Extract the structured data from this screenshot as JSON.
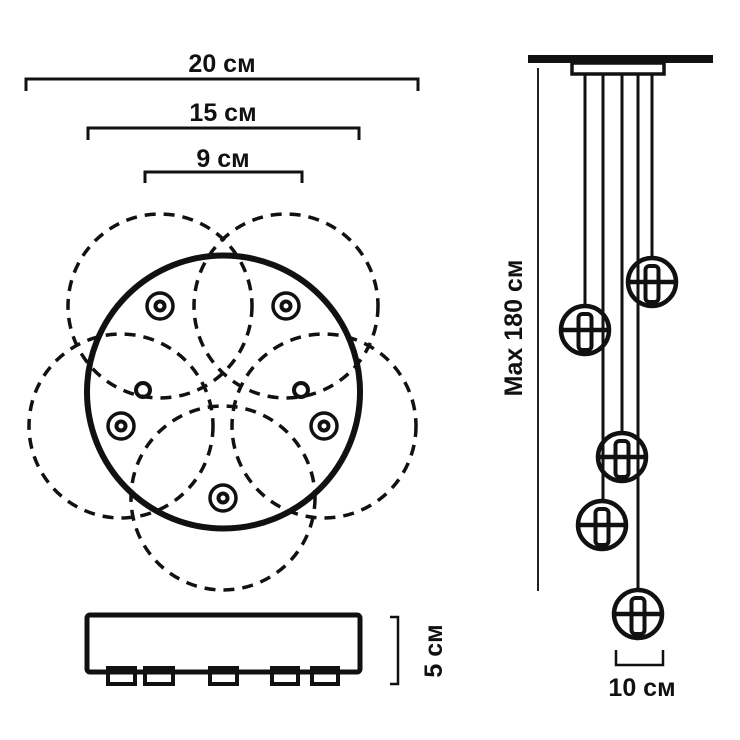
{
  "colors": {
    "ink": "#111111",
    "background": "#ffffff"
  },
  "top_view": {
    "dim_outer": "20 см",
    "dim_plate": "15 см",
    "dim_holes": "9 см",
    "lamp_circle_count": 5,
    "grommet_count": 5,
    "screw_hole_count": 2
  },
  "side_view": {
    "dim_height": "5 см",
    "connector_count": 5
  },
  "hanging_view": {
    "dim_max_height": "Max 180 см",
    "dim_ball": "10 см",
    "cord_count": 5,
    "lamp_count": 5
  }
}
